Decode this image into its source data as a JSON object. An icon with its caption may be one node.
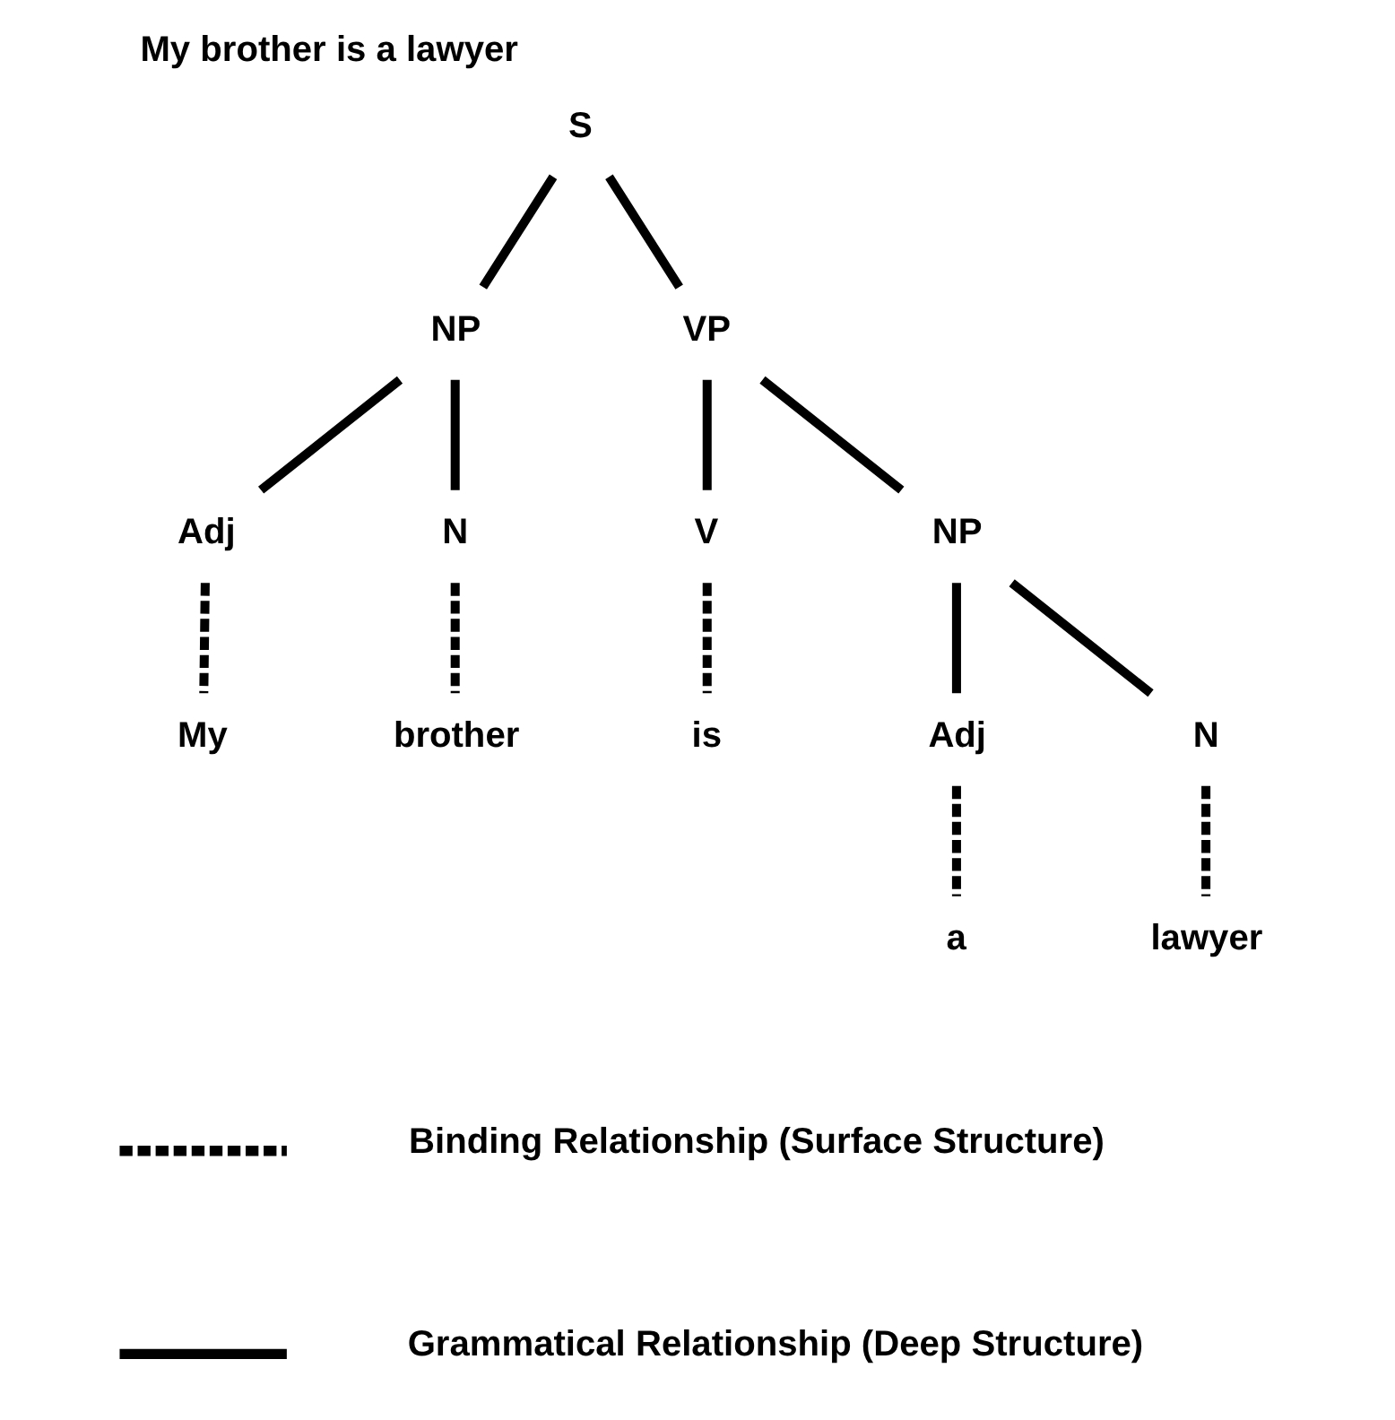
{
  "diagram": {
    "title": "My brother is a lawyer",
    "nodes": [
      {
        "text": [
          "S"
        ]
      },
      {
        "text": [
          "NP"
        ]
      },
      {
        "text": [
          "VP"
        ]
      },
      {
        "text": [
          "Adj"
        ]
      },
      {
        "text": [
          "N"
        ]
      },
      {
        "text": [
          "V"
        ]
      },
      {
        "text": [
          "NP"
        ]
      },
      {
        "text": [
          "Adj"
        ]
      },
      {
        "text": [
          "N"
        ]
      },
      {
        "text": [
          "My"
        ]
      },
      {
        "text": [
          "brother"
        ]
      },
      {
        "text": [
          "is"
        ]
      },
      {
        "text": [
          "a"
        ]
      },
      {
        "text": [
          "lawyer"
        ]
      }
    ],
    "edges": [
      {
        "from": 0,
        "to": 1,
        "arrow": "none"
      },
      {
        "from": 0,
        "to": 2,
        "arrow": "none"
      },
      {
        "from": 1,
        "to": 3,
        "arrow": "none"
      },
      {
        "from": 1,
        "to": 4,
        "arrow": "none"
      },
      {
        "from": 2,
        "to": 5,
        "arrow": "none"
      },
      {
        "from": 2,
        "to": 6,
        "arrow": "none"
      },
      {
        "from": 6,
        "to": 7,
        "arrow": "none"
      },
      {
        "from": 6,
        "to": 8,
        "arrow": "none"
      },
      {
        "from": 3,
        "to": 9,
        "arrow": "none",
        "style": "dashed"
      },
      {
        "from": 4,
        "to": 10,
        "arrow": "none",
        "style": "dashed"
      },
      {
        "from": 5,
        "to": 11,
        "arrow": "none",
        "style": "dashed"
      },
      {
        "from": 7,
        "to": 12,
        "arrow": "none",
        "style": "dashed"
      },
      {
        "from": 8,
        "to": 13,
        "arrow": "none",
        "style": "dashed"
      }
    ],
    "legend": [
      {
        "text": "Binding Relationship (Surface Structure)"
      },
      {
        "text": "Grammatical Relationship (Deep Structure)"
      }
    ]
  }
}
